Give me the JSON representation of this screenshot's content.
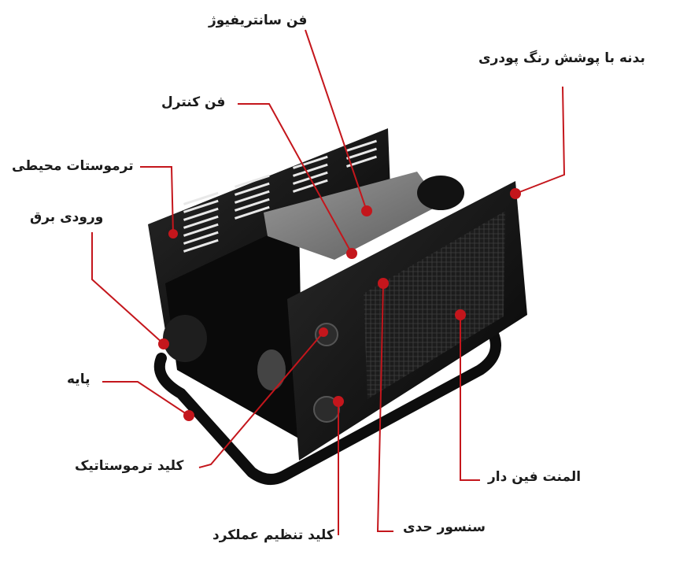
{
  "labels": {
    "centrifugal_fan": "فن سانتریفیوژ",
    "powder_coated_body": "بدنه با پوشش رنگ پودری",
    "control_fan": "فن کنترل",
    "ambient_thermostat": "ترموستات محیطی",
    "power_input": "ورودی برق",
    "stand": "پایه",
    "thermostat_switch": "کلید ترموستاتیک",
    "function_switch": "کلید تنظیم عملکرد",
    "limit_sensor": "سنسور حدی",
    "finned_element": "المنت فین دار"
  },
  "colors": {
    "leader": "#c4161c",
    "body": "#111111",
    "text": "#1b1b1b"
  }
}
